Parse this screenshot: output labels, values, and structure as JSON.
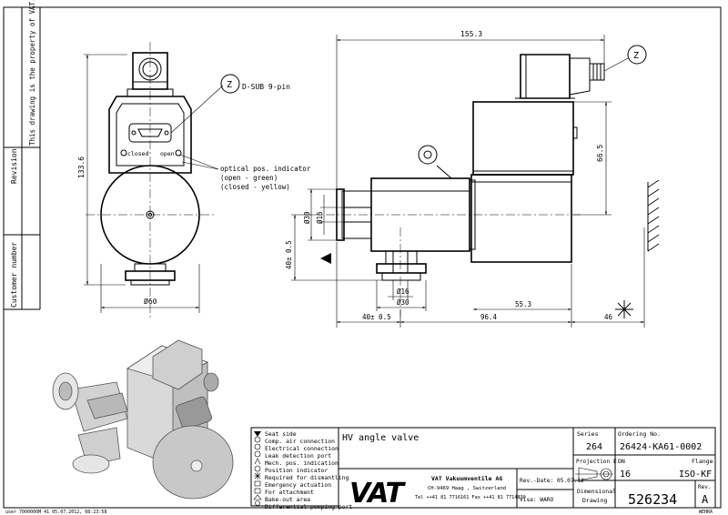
{
  "side_strip": {
    "property_note": "This drawing is the property of VAT.",
    "revision_label": "Revision",
    "customer_label": "Customer number"
  },
  "front_view": {
    "dsub_label": "D-SUB 9-pin",
    "closed_label": "closed",
    "open_label": "open",
    "indicator_lines": [
      "optical pos. indicator",
      "(open - green)",
      "(closed - yellow)"
    ],
    "dim_height": "133.6",
    "dim_width": "Ø60",
    "callout_symbol": "Z"
  },
  "side_view": {
    "dim_overall": "155.3",
    "dim_actuator": "66.5",
    "dim_port_od": "Ø30",
    "dim_port_id": "Ø16",
    "dim_bottom_id": "Ø16",
    "dim_bottom_od": "Ø30",
    "dim_axis_height": "40± 0.5",
    "dim_left": "40± 0.5",
    "dim_mid": "96.4",
    "dim_right": "55.3",
    "dim_clear": "46",
    "callout_symbol": "Z"
  },
  "legend": {
    "items": [
      "Seat side",
      "Comp. air connection",
      "Electrical connection",
      "Leak detection port",
      "Mech. pos. indication",
      "Position indicator",
      "Required for dismantling",
      "Emergency actuation",
      "For attachment",
      "Bake-out area",
      "Differential pumping port"
    ]
  },
  "title_block": {
    "title": "HV angle valve",
    "company_name": "VAT Vakuumventile AG",
    "company_address": "CH-9469 Haag , Switzerland",
    "company_contact": "Tel ++41 81 7716161 Fax ++41 81 7714830",
    "logo_text": "VAT",
    "rev_date": "Rev.-Date: 05.07.12",
    "visa": "Visa: WARO",
    "series_label": "Series",
    "series_value": "264",
    "ordering_label": "Ordering No.",
    "ordering_value": "26424-KA61-0002",
    "projection_label": "Projection E",
    "dn_label": "DN",
    "dn_value": "16",
    "flange_label": "Flange",
    "flange_value": "ISO-KF",
    "drawing_type_1": "Dimensional",
    "drawing_type_2": "Drawing",
    "drawing_number": "526234",
    "rev_label": "Rev.",
    "rev_value": "A",
    "footer_left": "user 7000000M 41 05.07.2012, 08:23:58",
    "footer_right": "WEHRA"
  }
}
